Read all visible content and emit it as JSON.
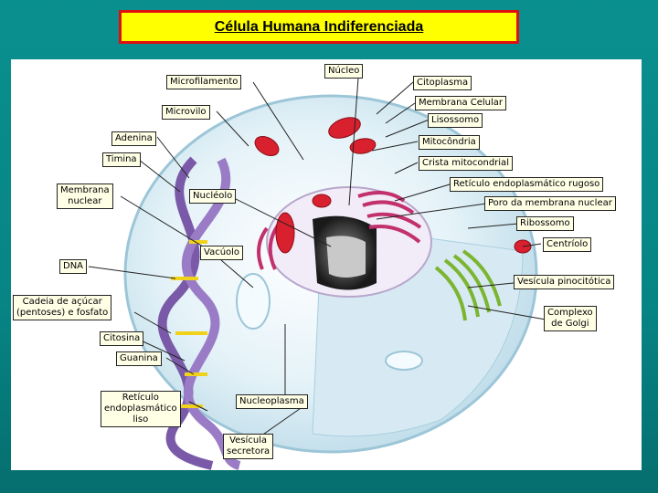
{
  "title": "Célula Humana Indiferenciada",
  "colors": {
    "background": "#088a8a",
    "title_fill": "#ffff00",
    "title_border": "#e01010",
    "label_fill": "#ffffe6"
  },
  "labels": {
    "microfilamento": "Microfilamento",
    "nucleo": "Núcleo",
    "citoplasma": "Citoplasma",
    "membrana_celular": "Membrana Celular",
    "microvilo": "Microvilo",
    "lisossomo": "Lisossomo",
    "adenina": "Adenina",
    "mitocondria": "Mitocôndria",
    "timina": "Timina",
    "crista_mitocondrial": "Crista mitocondrial",
    "membrana_nuclear": "Membrana\nnuclear",
    "nucleolo": "Nucléolo",
    "reticulo_rugoso": "Retículo endoplasmático rugoso",
    "poro_membrana_nuclear": "Poro da membrana nuclear",
    "ribossomo": "Ribossomo",
    "centriolo": "Centríolo",
    "vacuolo": "Vacúolo",
    "dna": "DNA",
    "vesicula_pinocitotica": "Vesícula pinocitótica",
    "cadeia_acucar": "Cadeia de açúcar\n(pentoses) e fosfato",
    "complexo_golgi": "Complexo\nde Golgi",
    "citosina": "Citosina",
    "guanina": "Guanina",
    "reticulo_liso": "Retículo\nendoplasmático\nliso",
    "nucleoplasma": "Nucleoplasma",
    "vesicula_secretora": "Vesícula\nsecretora"
  }
}
